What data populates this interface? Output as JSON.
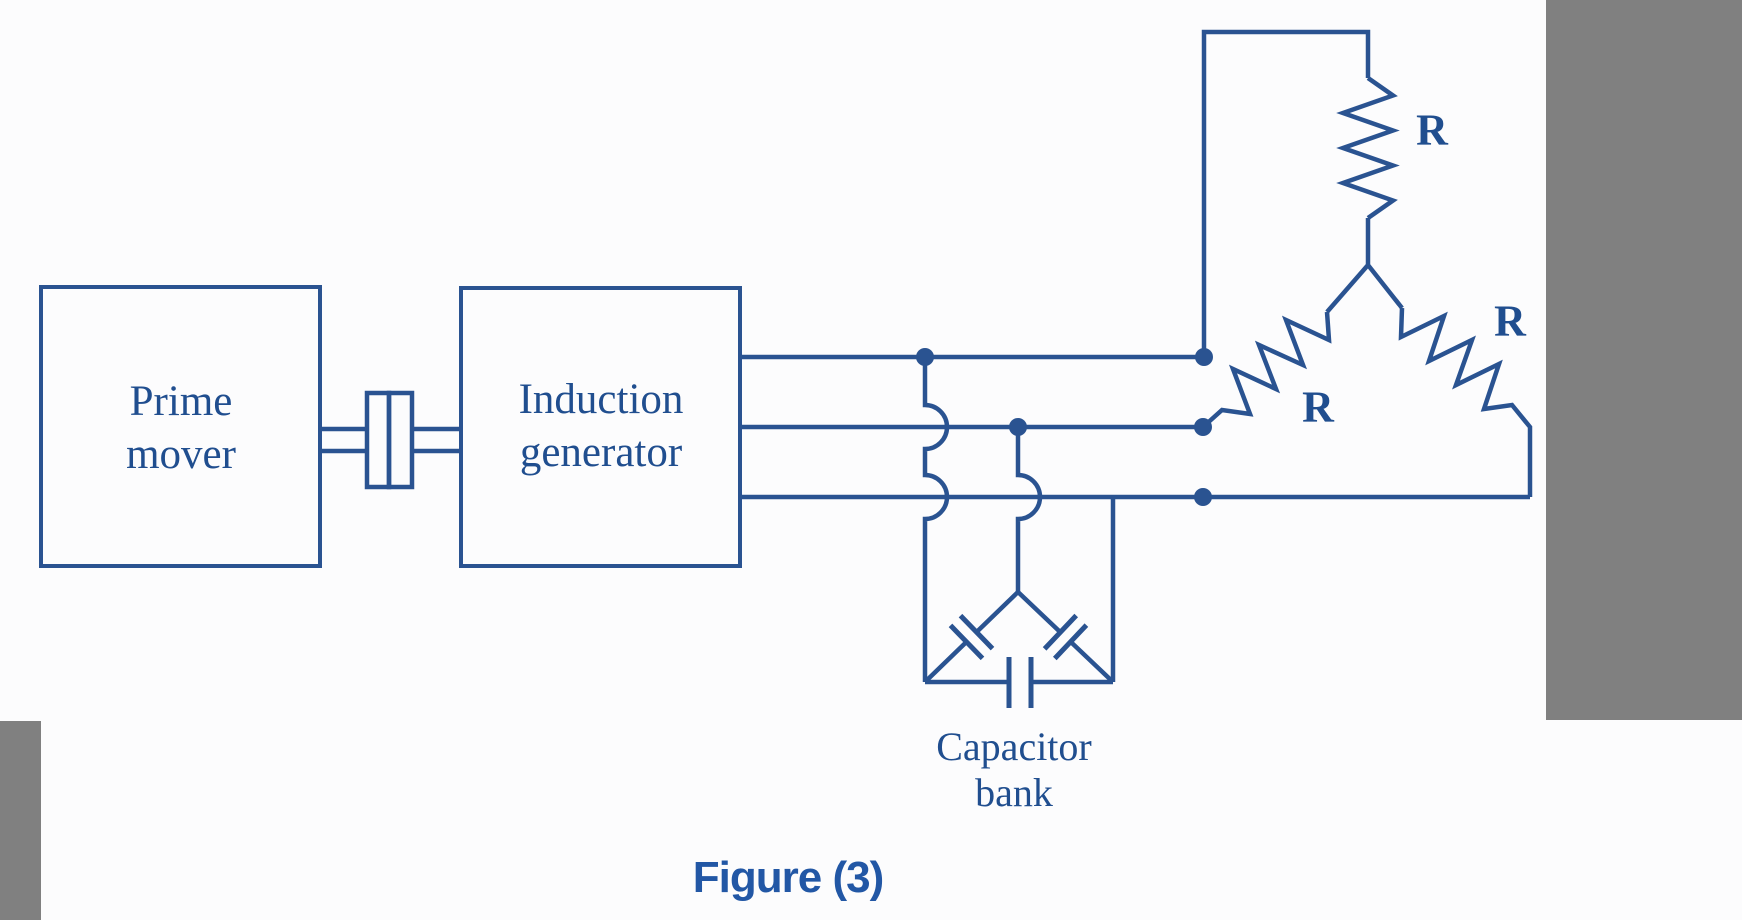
{
  "diagram": {
    "prime_mover": {
      "line1": "Prime",
      "line2": "mover"
    },
    "induction_generator": {
      "line1": "Induction",
      "line2": "generator"
    },
    "capacitor_bank": {
      "line1": "Capacitor",
      "line2": "bank"
    },
    "resistor_labels": {
      "top": "R",
      "middle": "R",
      "right": "R"
    },
    "caption": "Figure (3)",
    "colors": {
      "wire": "#2a5391",
      "label_text": "#204e8f",
      "caption_text": "#2257a5",
      "scan_bar_gray": "#808080",
      "background": "#fcfcfd"
    }
  }
}
